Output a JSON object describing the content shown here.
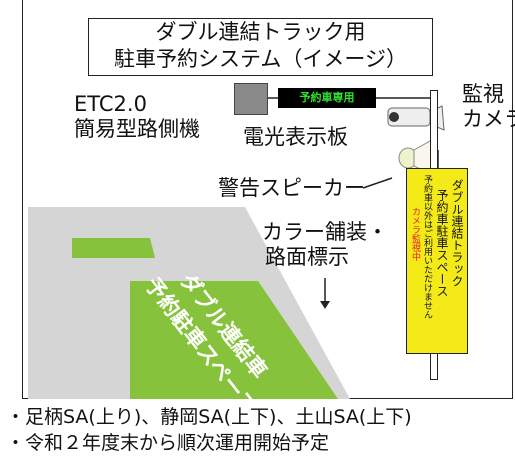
{
  "title_line1": "ダブル連結トラック用",
  "title_line2": "駐車予約システム（イメージ）",
  "roadside_unit": [
    "ETC2.0",
    "簡易型路側機"
  ],
  "display_label": "電光表示板",
  "display_text": "予約車専用",
  "camera_label": [
    "監視",
    "カメラ"
  ],
  "speaker_label": "警告スピーカー",
  "pavement_label": [
    "カラー舗装・",
    "路面標示"
  ],
  "road_marking": [
    "ダブル連結車",
    "予約駐車スペース"
  ],
  "sign_text": {
    "line1": "ダブル連結トラック",
    "line2": "予約車駐車スペース",
    "line3": "予約車以外はご利用いただけません",
    "line4": "カメラ監視中"
  },
  "notes": [
    "・足柄SA(上り)、静岡SA(上下)、土山SA(上下)",
    "・令和２年度末から順次運用開始予定"
  ],
  "colors": {
    "pavement_green": "#86c23c",
    "road_gray": "#d5d5d5",
    "sign_yellow": "#f3ea18",
    "display_green": "#2ee32e",
    "camera_note_red": "#e0202a"
  }
}
